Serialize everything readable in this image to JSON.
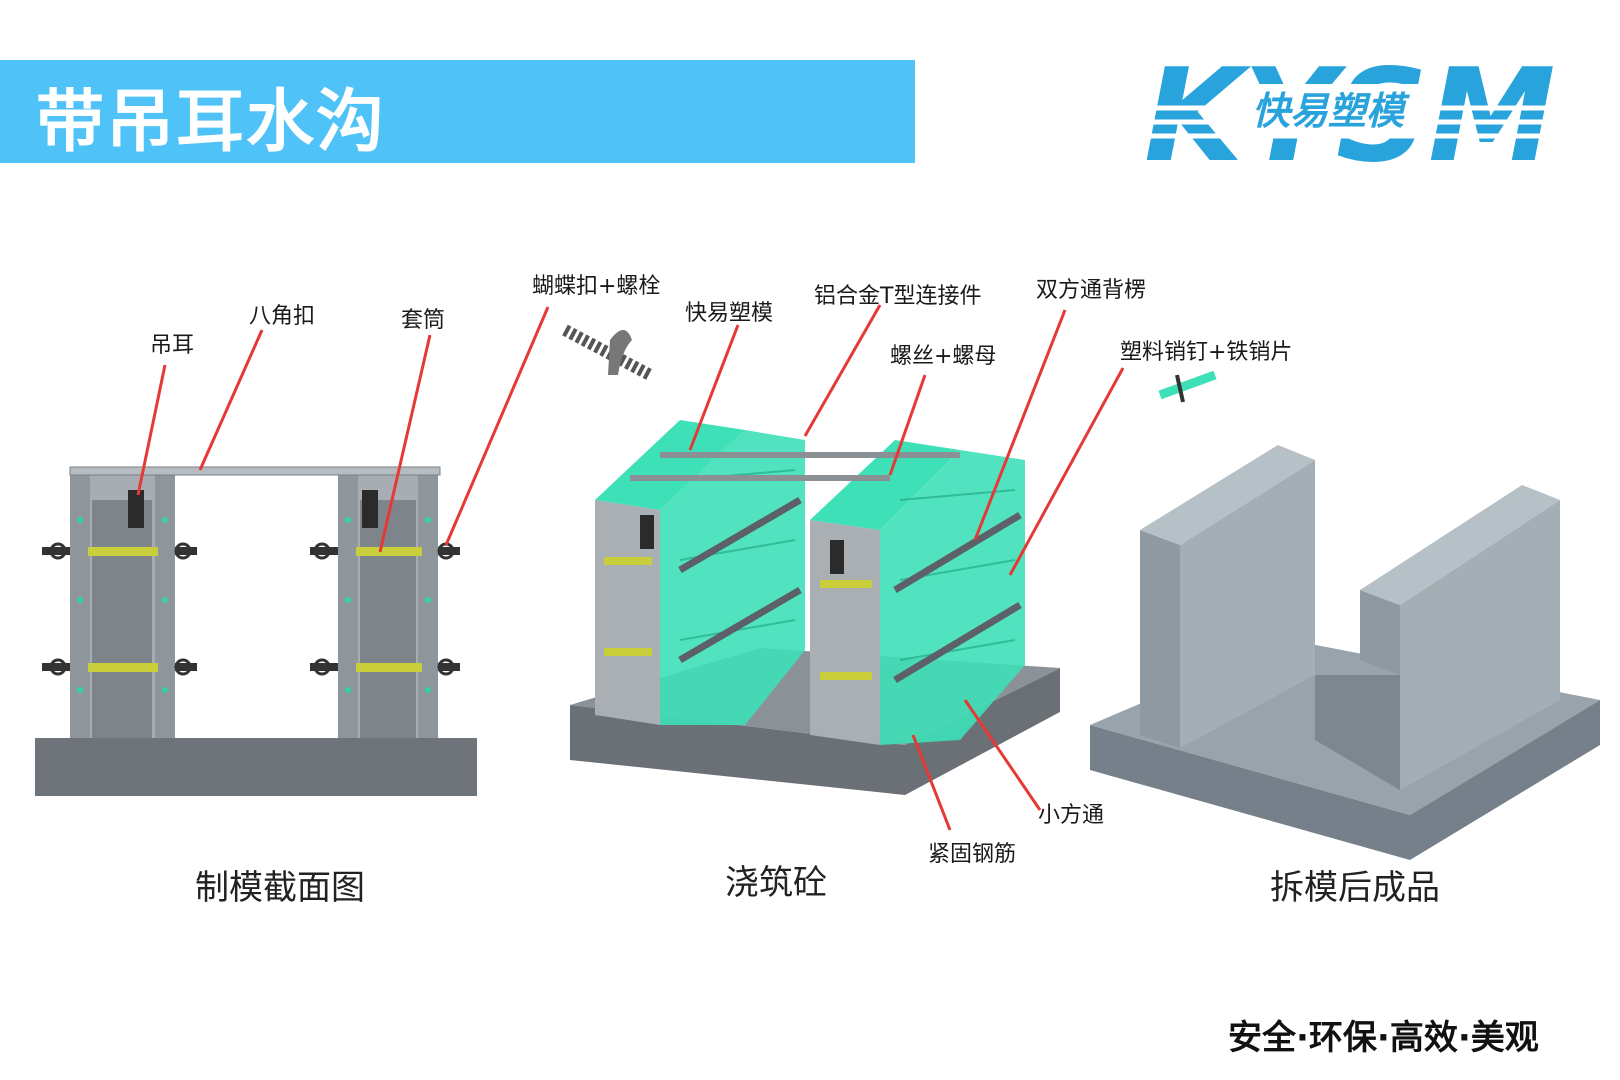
{
  "header": {
    "title": "带吊耳水沟"
  },
  "logo": {
    "letters": "KYSM",
    "cn": "快易塑模",
    "color": "#29a3dc"
  },
  "labels": {
    "diaoer": "吊耳",
    "bajiaokou": "八角扣",
    "taotong": "套筒",
    "hudiekou": "蝴蝶扣+螺栓",
    "kuaiyi": "快易塑模",
    "lvhejin": "铝合金T型连接件",
    "luosi": "螺丝+螺母",
    "shuangfangtong": "双方通背楞",
    "suliao": "塑料销钉+铁销片",
    "xiaofangtong": "小方通",
    "jingu": "紧固钢筋"
  },
  "captions": {
    "left": "制模截面图",
    "middle": "浇筑砼",
    "right": "拆模后成品"
  },
  "footer": {
    "slogan": "安全·环保·高效·美观"
  },
  "colors": {
    "banner": "#4fc3f7",
    "leader": "#e53935",
    "formwork": "#3ee0b8",
    "concrete": "#7f8c94"
  }
}
